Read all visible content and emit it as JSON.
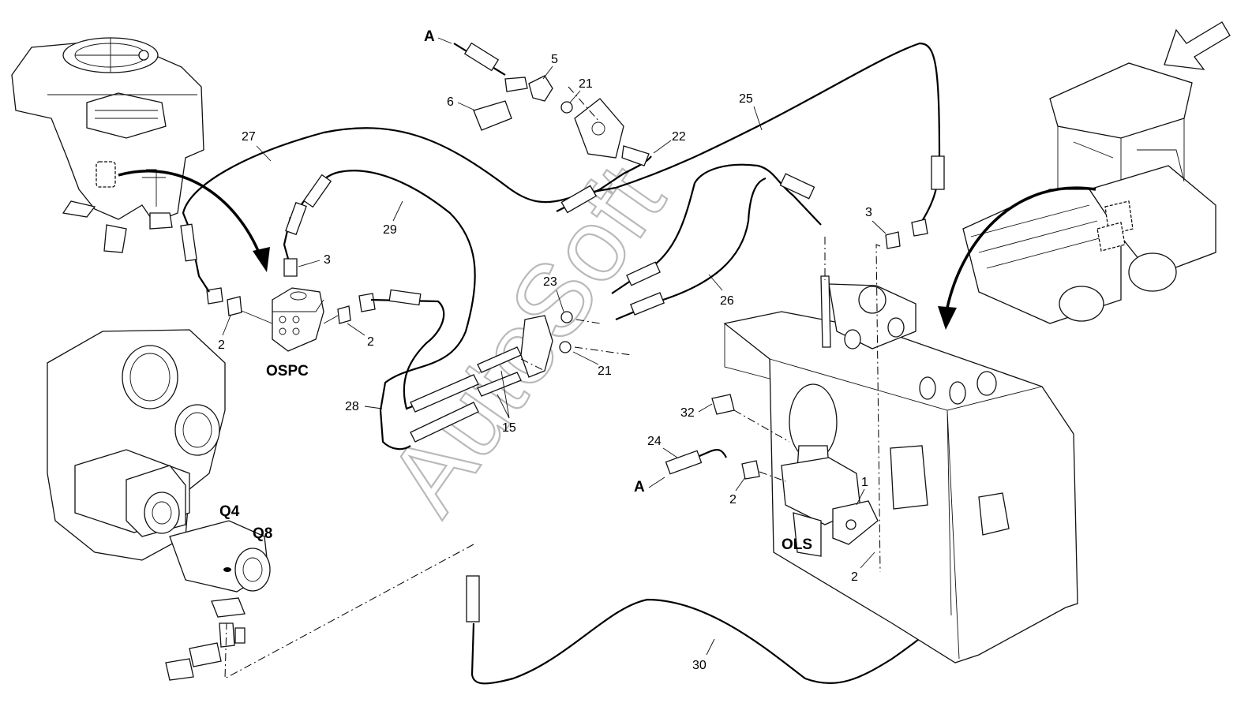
{
  "watermark": "AutoSoft",
  "labels": {
    "A_top": "A",
    "A_bottom": "A",
    "n5": "5",
    "n6": "6",
    "n21_top": "21",
    "n22": "22",
    "n25": "25",
    "n27": "27",
    "n29": "29",
    "n3_left": "3",
    "n3_right": "3",
    "n2_left1": "2",
    "n2_left2": "2",
    "n2_mid": "2",
    "n2_right": "2",
    "n23": "23",
    "n26": "26",
    "n21_mid": "21",
    "n15": "15",
    "n28": "28",
    "n32": "32",
    "n24": "24",
    "n1": "1",
    "n30": "30",
    "OSPC": "OSPC",
    "OLS": "OLS",
    "Q4": "Q4",
    "Q8": "Q8"
  }
}
